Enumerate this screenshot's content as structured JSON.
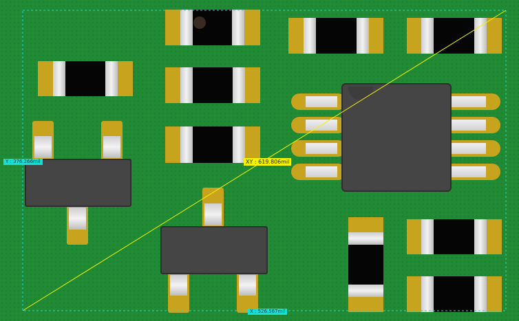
{
  "pcb_view": {
    "measure_y_label": "Y : 376.266mil",
    "measure_x_label": "X : 526.567mil",
    "measure_xy_label": "XY : 619.806mil",
    "colors": {
      "board": "#208a34",
      "pad_gold": "#c8a41e",
      "body_black": "#050505",
      "ic_gray": "#454545",
      "dimension_cyan": "#14e0d8",
      "diagonal_yellow": "#f4f400"
    }
  }
}
